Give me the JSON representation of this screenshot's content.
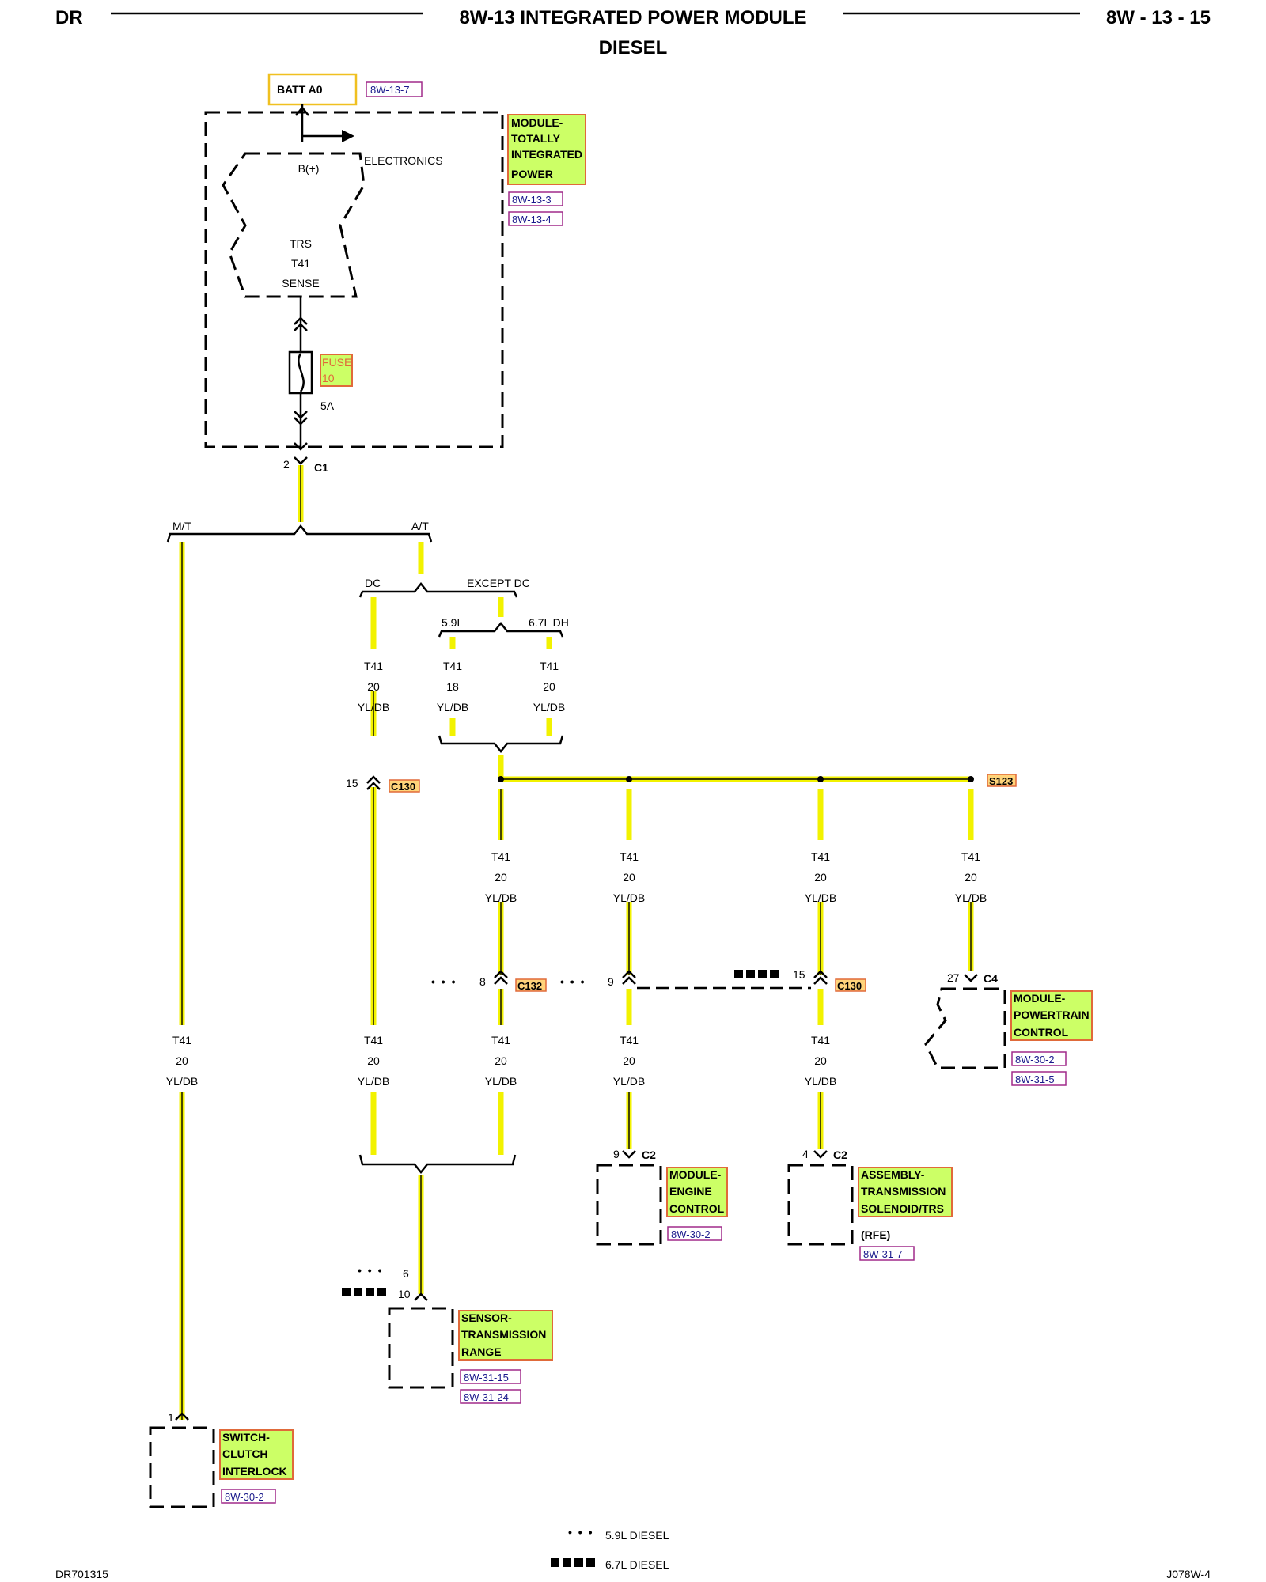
{
  "header": {
    "left": "DR",
    "title": "8W-13 INTEGRATED POWER MODULE",
    "subtitle": "DIESEL",
    "page": "8W - 13 - 15"
  },
  "footer": {
    "left": "DR701315",
    "right": "J078W-4"
  },
  "legend": {
    "dots_label": "5.9L DIESEL",
    "squares_label": "6.7L DIESEL"
  },
  "batt": {
    "label": "BATT A0",
    "ref": "8W-13-7"
  },
  "tipm": {
    "name_lines": [
      "MODULE-",
      "TOTALLY",
      "INTEGRATED",
      "POWER"
    ],
    "refs": [
      "8W-13-3",
      "8W-13-4"
    ],
    "bplus": "B(+)",
    "electronics": "ELECTRONICS",
    "sense_lines": [
      "TRS",
      "T41",
      "SENSE"
    ],
    "fuse_lines": [
      "FUSE",
      "10"
    ],
    "fuse_rating": "5A",
    "connector_pin": "2",
    "connector": "C1"
  },
  "splits": {
    "mt": "M/T",
    "at": "A/T",
    "dc": "DC",
    "except_dc": "EXCEPT DC",
    "l59": "5.9L",
    "l67": "6.7L DH"
  },
  "wires": {
    "circuit": "T41",
    "color": "YL/DB",
    "gauge20": "20",
    "gauge18": "18"
  },
  "splice": {
    "name": "S123"
  },
  "connectors": {
    "c130": "C130",
    "c132": "C132",
    "c130_pin_left": "15",
    "c132_pin": "8",
    "mid_pin": "9",
    "c130_pin_right": "15",
    "c4": "C4",
    "c4_pin": "27",
    "c2": "C2",
    "ecm_pin": "9",
    "trs_pin": "4",
    "tr_pin_59": "6",
    "tr_pin_67": "10",
    "sw_pin": "1"
  },
  "components": {
    "pcm": {
      "lines": [
        "MODULE-",
        "POWERTRAIN",
        "CONTROL"
      ],
      "refs": [
        "8W-30-2",
        "8W-31-5"
      ]
    },
    "ecm": {
      "lines": [
        "MODULE-",
        "ENGINE",
        "CONTROL"
      ],
      "refs": [
        "8W-30-2"
      ]
    },
    "trs": {
      "lines": [
        "ASSEMBLY-",
        "TRANSMISSION",
        "SOLENOID/TRS"
      ],
      "note": "(RFE)",
      "refs": [
        "8W-31-7"
      ]
    },
    "tr": {
      "lines": [
        "SENSOR-",
        "TRANSMISSION",
        "RANGE"
      ],
      "refs": [
        "8W-31-15",
        "8W-31-24"
      ]
    },
    "sw": {
      "lines": [
        "SWITCH-",
        "CLUTCH",
        "INTERLOCK"
      ],
      "refs": [
        "8W-30-2"
      ]
    }
  },
  "colors": {
    "wire": "#f2f200",
    "tag_fill": "#ccff66",
    "tag_border": "#e06a3a",
    "ref_border": "#a02a8a"
  }
}
